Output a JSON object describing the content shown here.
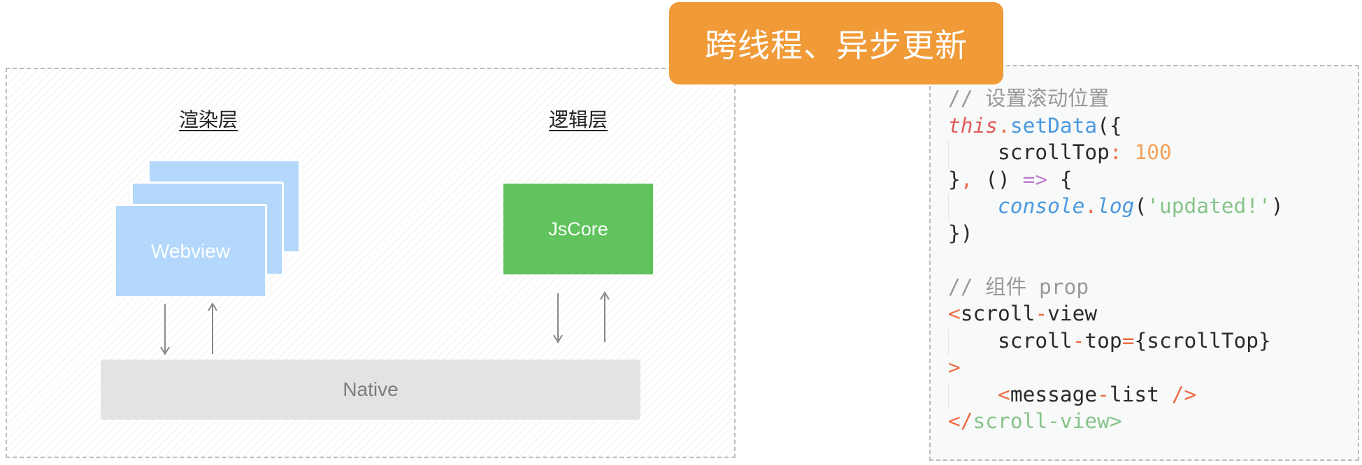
{
  "banner": {
    "text": "跨线程、异步更新"
  },
  "diagram": {
    "render_layer_title": "渲染层",
    "logic_layer_title": "逻辑层",
    "webview_label": "Webview",
    "jscore_label": "JsCore",
    "native_label": "Native"
  },
  "code": {
    "comment1": "// 设置滚动位置",
    "this_kw": "this",
    "dot": ".",
    "setData": "setData",
    "open_paren_brace": "({",
    "scrollTop_key": "scrollTop",
    "colon": ":",
    "value_100": "100",
    "close_brace": "}",
    "comma": ",",
    "arrow_params": " () ",
    "arrow": "=>",
    "open_brace": " {",
    "console": "console",
    "log": "log",
    "open_paren": "(",
    "string_updated": "'updated!'",
    "close_paren": ")",
    "close_all": "})",
    "comment2": "// 组件 prop",
    "lt": "<",
    "scroll": "scroll",
    "dash": "-",
    "view": "view",
    "top": "top",
    "eq": "=",
    "prop_value": "{scrollTop}",
    "gt": ">",
    "message": "message",
    "list": "list",
    "self_close": " />",
    "close_tag_open": "</",
    "close_tag_name": "scroll-view",
    "close_tag_gt": ">"
  }
}
